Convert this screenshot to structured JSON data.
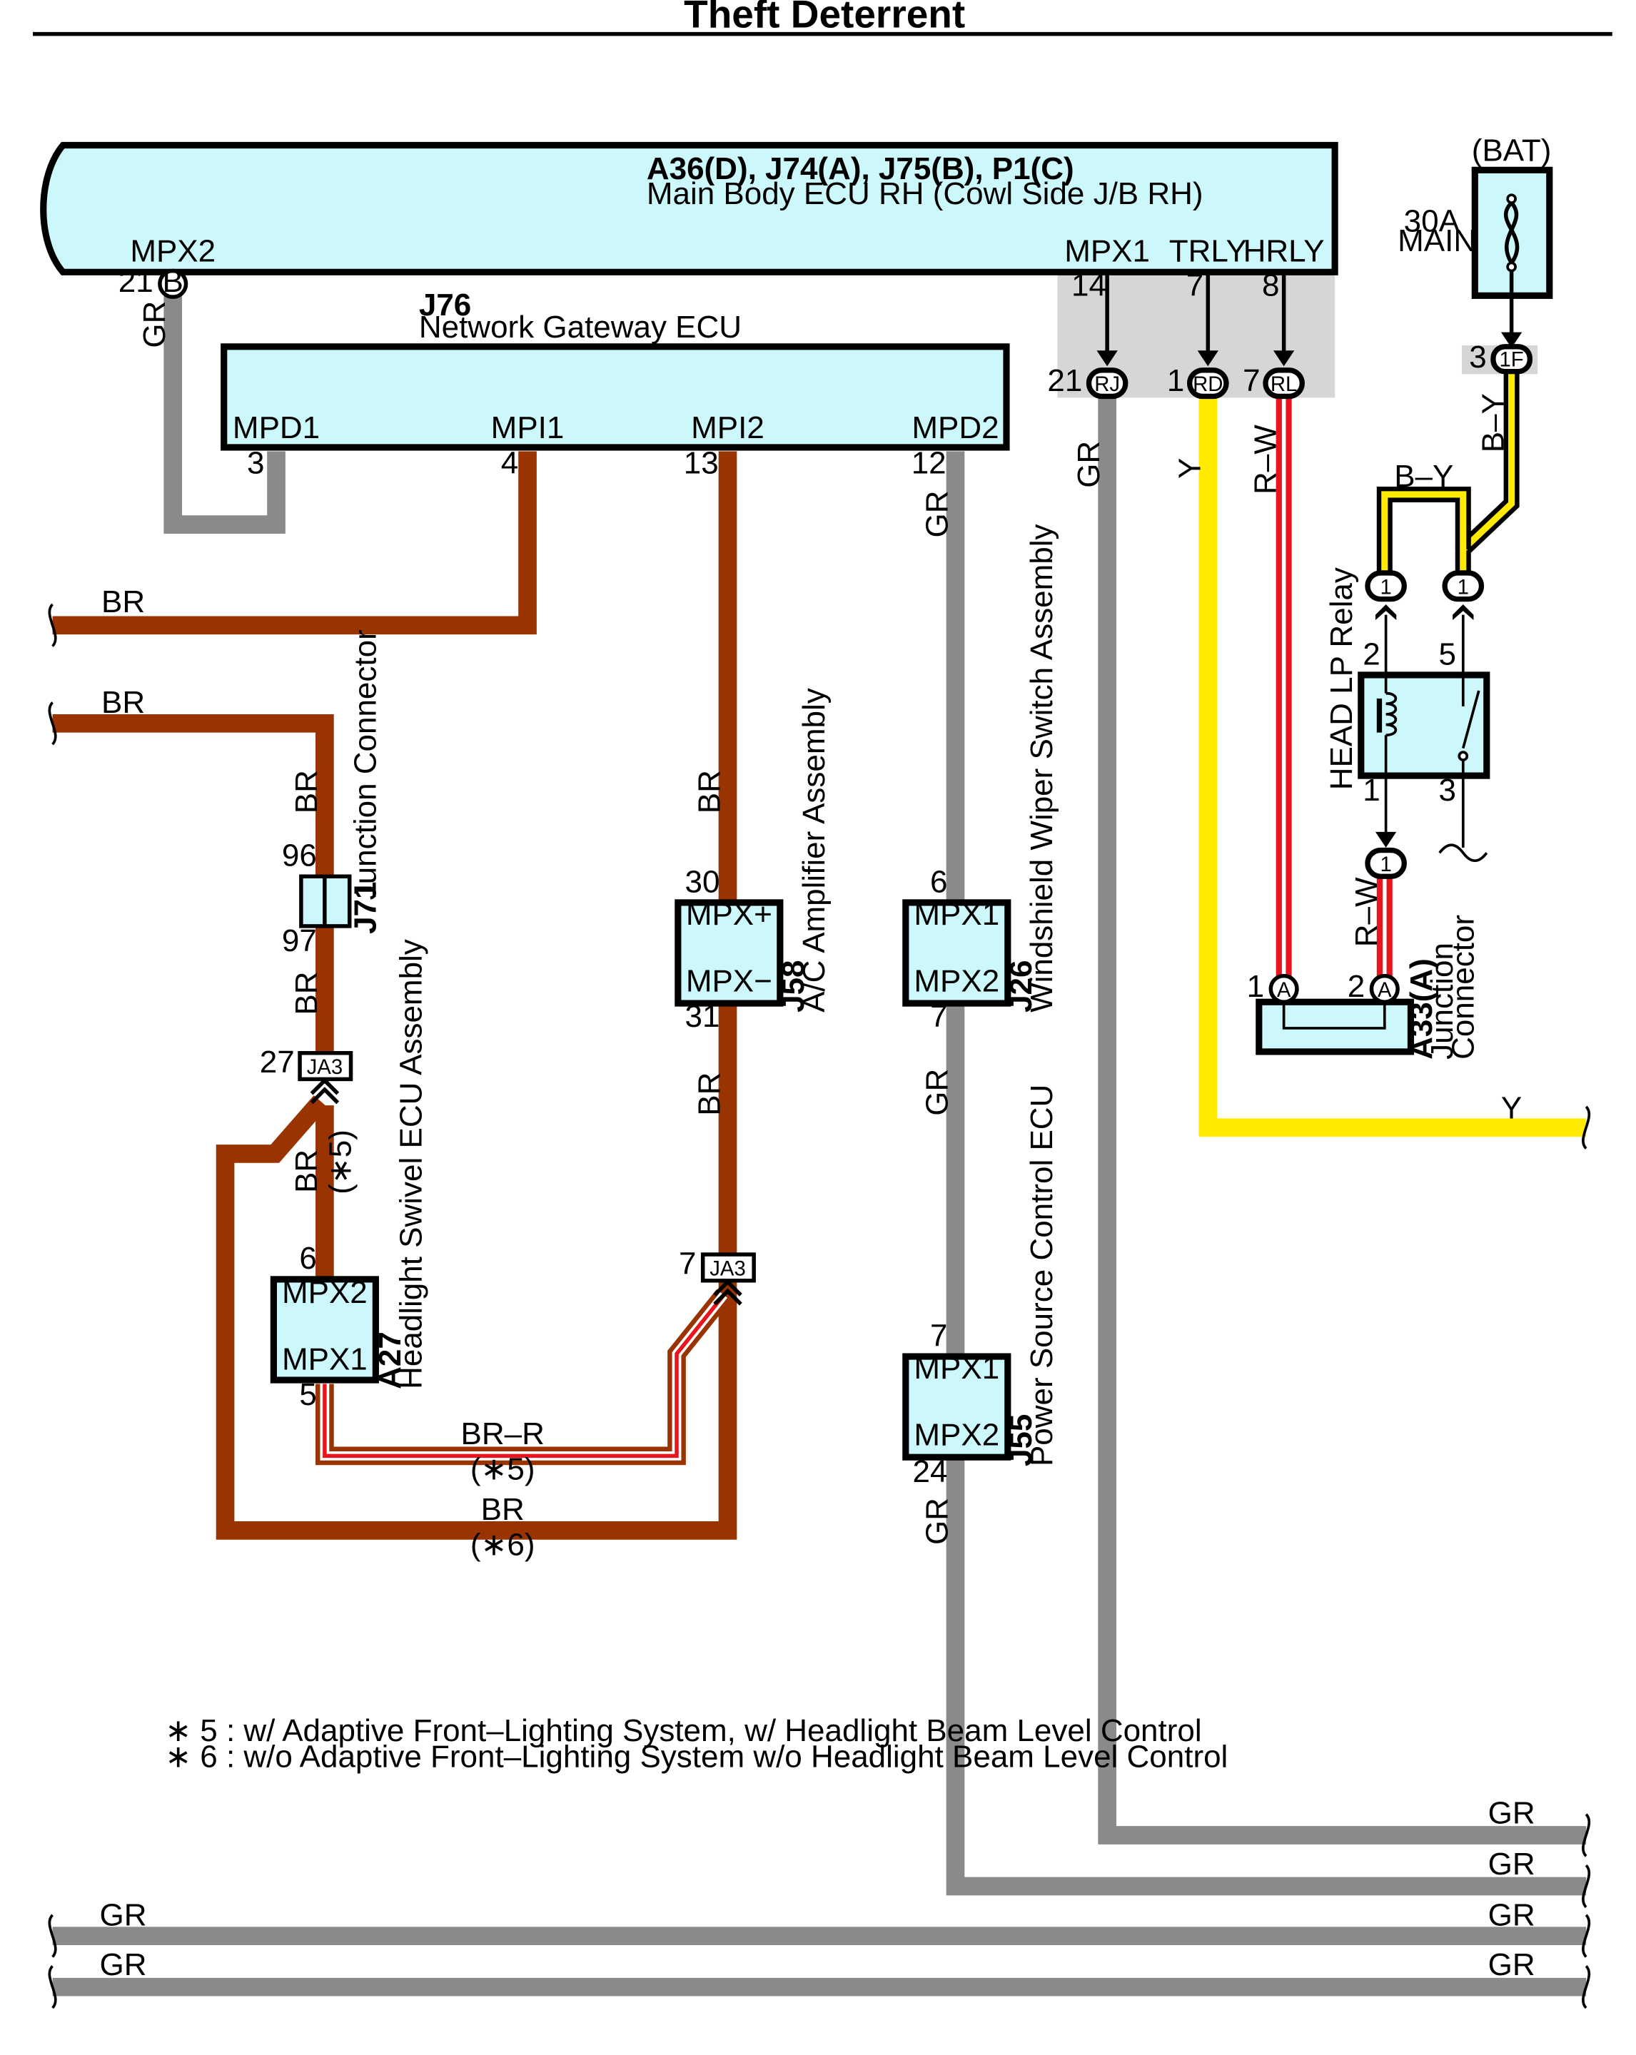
{
  "title": "Theft Deterrent",
  "colors": {
    "ecu_fill": "#ccf8fc",
    "wire_gr": "#8a8a8a",
    "wire_br": "#993300",
    "wire_y": "#ffea00",
    "wire_r": "#e8141e",
    "wire_b": "#000000",
    "shade": "#d6d6d6"
  },
  "main_ecu": {
    "code": "A36(D), J74(A), J75(B), P1(C)",
    "name": "Main Body ECU RH (Cowl Side J/B RH)",
    "pins": {
      "mpx2": {
        "label": "MPX2",
        "num": "21",
        "conn": "B"
      },
      "mpx1": {
        "label": "MPX1",
        "num": "14"
      },
      "trly": {
        "label": "TRLY",
        "num": "7"
      },
      "hrly": {
        "label": "HRLY",
        "num": "8"
      }
    },
    "conn_rj": {
      "num": "21",
      "conn": "RJ"
    },
    "conn_rd": {
      "num": "1",
      "conn": "RD"
    },
    "conn_rl": {
      "num": "7",
      "conn": "RL"
    }
  },
  "gateway": {
    "code": "J76",
    "name": "Network Gateway ECU",
    "pins": {
      "mpd1": {
        "label": "MPD1",
        "num": "3"
      },
      "mpi1": {
        "label": "MPI1",
        "num": "4"
      },
      "mpi2": {
        "label": "MPI2",
        "num": "13"
      },
      "mpd2": {
        "label": "MPD2",
        "num": "12"
      }
    }
  },
  "battery": {
    "label": "(BAT)",
    "fuse_rating": "30A",
    "fuse_name": "MAIN",
    "conn_num": "3",
    "conn": "1F"
  },
  "relay": {
    "name": "HEAD LP Relay",
    "pin2": "2",
    "pin5": "5",
    "pin1": "1",
    "pin3": "3",
    "conn_top_left": "1",
    "conn_top_right": "1",
    "conn_bottom": "1"
  },
  "jc_a33": {
    "code": "A33(A)",
    "name_line1": "Junction",
    "name_line2": "Connector",
    "pin1": "1",
    "pin2": "2",
    "conn": "A"
  },
  "j71": {
    "code": "J71",
    "name": "Junction Connector",
    "pin_top": "96",
    "pin_bottom": "97"
  },
  "ja3_left": {
    "num": "27",
    "conn": "JA3"
  },
  "ja3_mid": {
    "num": "7",
    "conn": "JA3"
  },
  "j58": {
    "code": "J58",
    "name": "A/C Amplifier Assembly",
    "pin_top_label": "MPX+",
    "pin_bottom_label": "MPX−",
    "pin_top": "30",
    "pin_bottom": "31"
  },
  "j26": {
    "code": "J26",
    "name": "Windshield Wiper Switch Assembly",
    "pin_top_label": "MPX1",
    "pin_bottom_label": "MPX2",
    "pin_top": "6",
    "pin_bottom": "7"
  },
  "j55": {
    "code": "J55",
    "name": "Power Source Control ECU",
    "pin_top_label": "MPX1",
    "pin_bottom_label": "MPX2",
    "pin_top": "7",
    "pin_bottom": "24"
  },
  "a27": {
    "code": "A27",
    "name": "Headlight Swivel ECU Assembly",
    "pin_top_label": "MPX2",
    "pin_bottom_label": "MPX1",
    "pin_top": "6",
    "pin_bottom": "5"
  },
  "wires": {
    "gr": "GR",
    "br": "BR",
    "y": "Y",
    "rw": "R–W",
    "by": "B–Y",
    "brr": "BR–R"
  },
  "marks": {
    "star5": "(∗5)",
    "star6": "(∗6)"
  },
  "notes": [
    "∗ 5 : w/ Adaptive Front–Lighting System,  w/ Headlight Beam Level Control",
    "∗ 6 : w/o Adaptive Front–Lighting System w/o Headlight Beam Level Control"
  ]
}
